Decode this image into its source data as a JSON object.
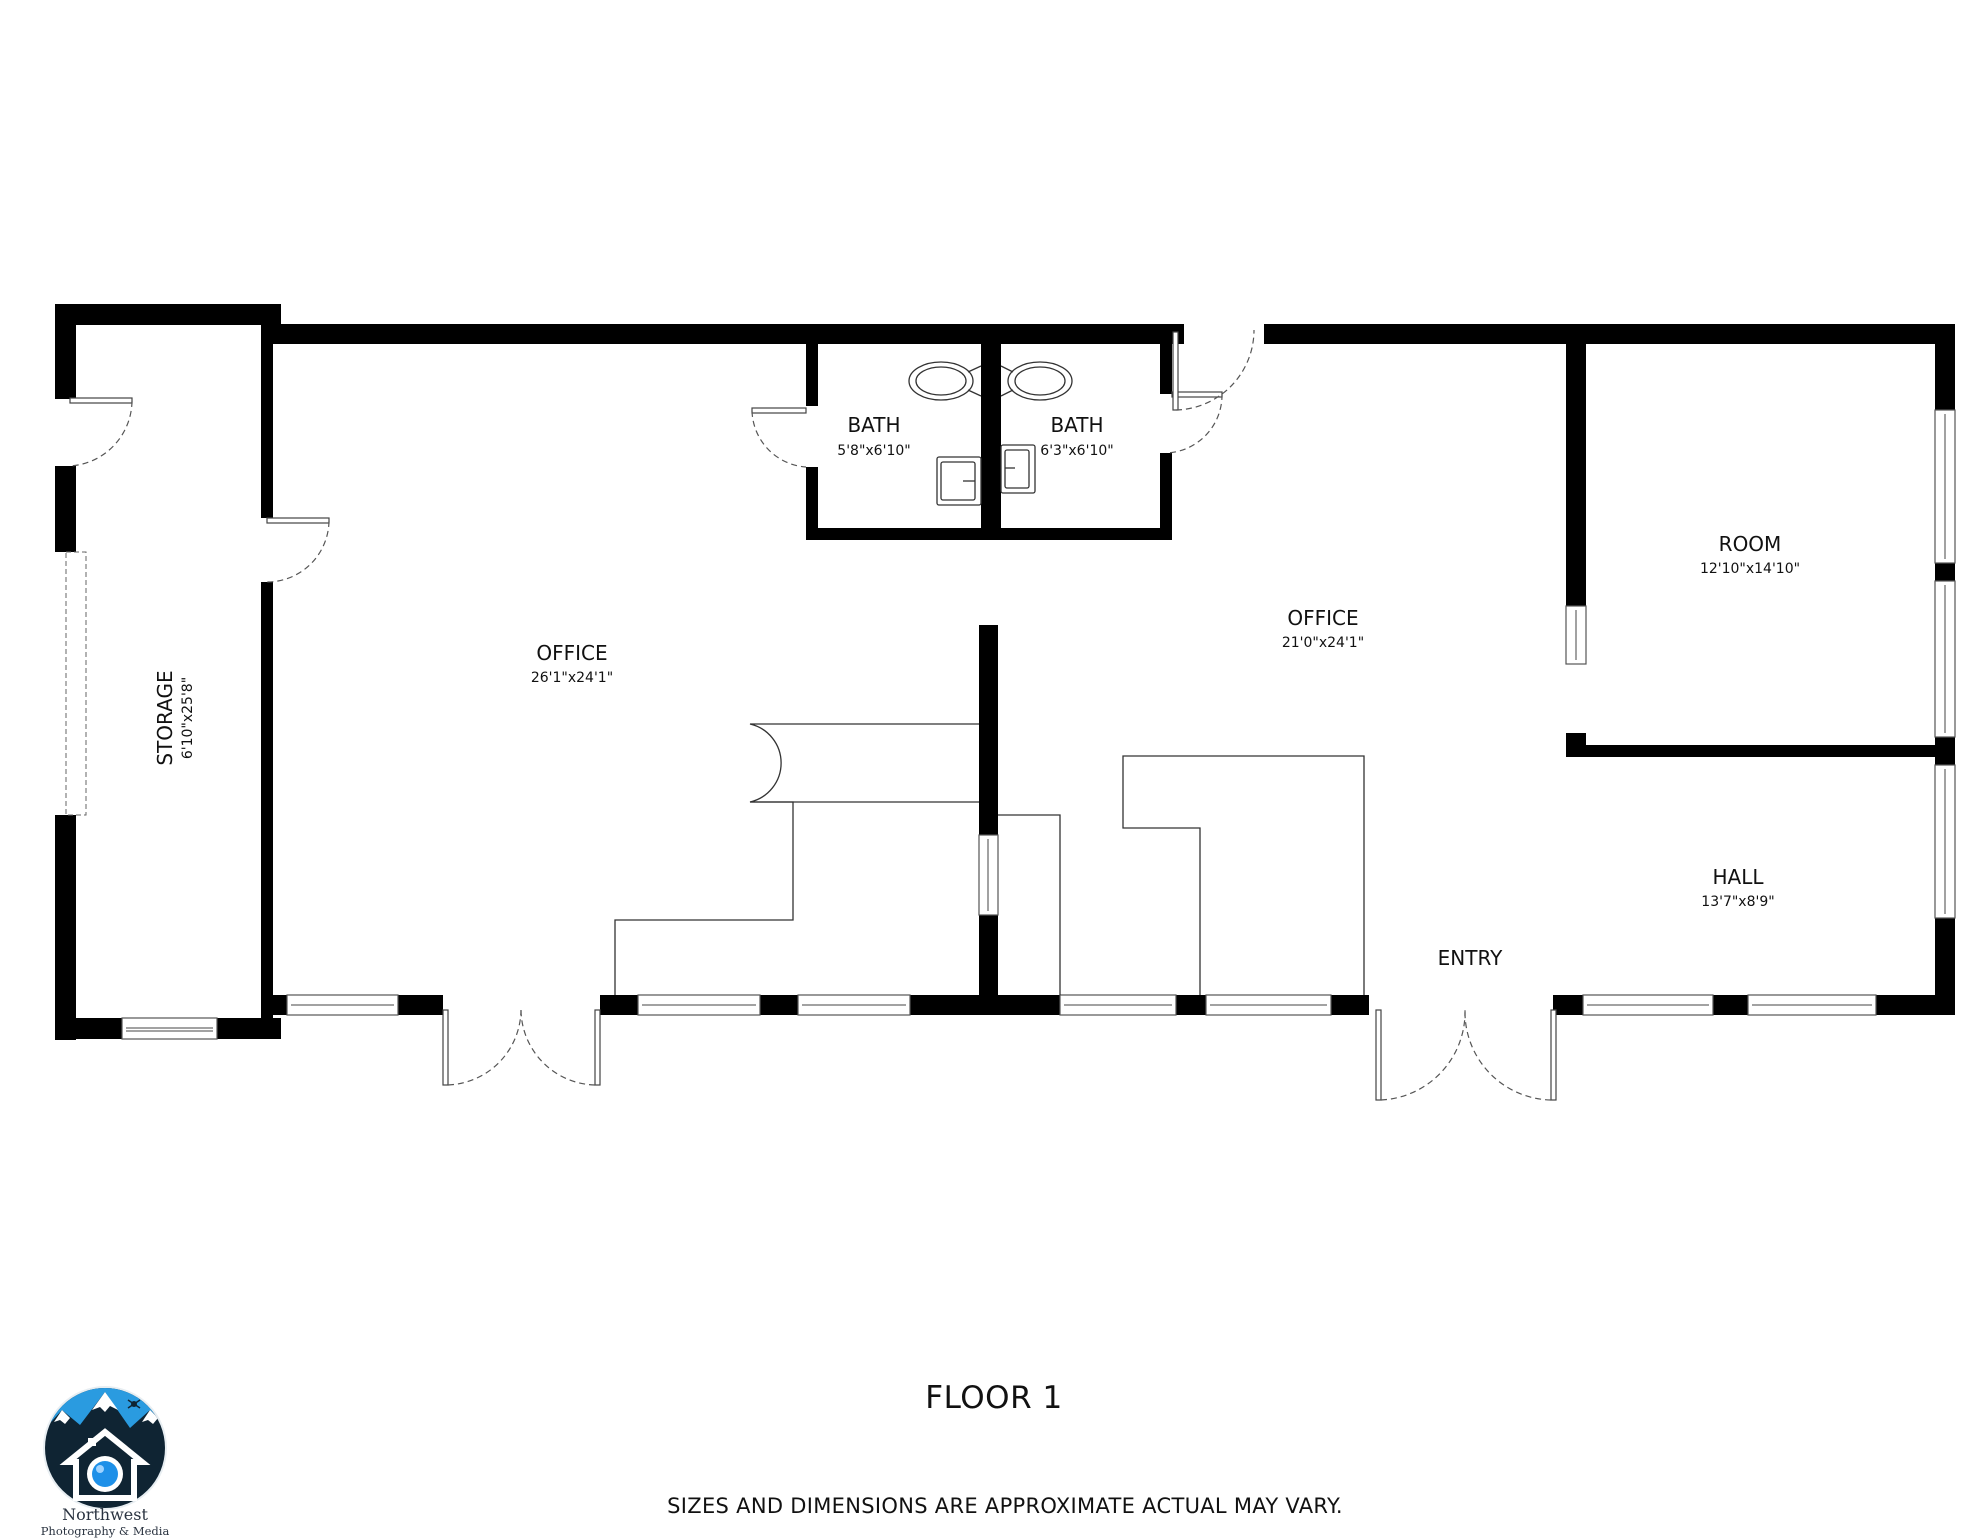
{
  "floor": {
    "title": "FLOOR 1",
    "disclaimer": "SIZES AND DIMENSIONS ARE APPROXIMATE ACTUAL MAY VARY."
  },
  "rooms": [
    {
      "id": "storage",
      "name": "STORAGE",
      "dimensions": "6'10\"x25'8\"",
      "orientation": "vertical"
    },
    {
      "id": "office-left",
      "name": "OFFICE",
      "dimensions": "26'1\"x24'1\""
    },
    {
      "id": "bath-left",
      "name": "BATH",
      "dimensions": "5'8\"x6'10\""
    },
    {
      "id": "bath-right",
      "name": "BATH",
      "dimensions": "6'3\"x6'10\""
    },
    {
      "id": "office-right",
      "name": "OFFICE",
      "dimensions": "21'0\"x24'1\""
    },
    {
      "id": "room",
      "name": "ROOM",
      "dimensions": "12'10\"x14'10\""
    },
    {
      "id": "hall",
      "name": "HALL",
      "dimensions": "13'7\"x8'9\""
    },
    {
      "id": "entry",
      "name": "ENTRY",
      "dimensions": ""
    }
  ],
  "logo": {
    "line1": "Northwest",
    "line2": "Photography & Media",
    "colors": {
      "sky": "#2a9be0",
      "dark": "#0f2433",
      "white": "#ffffff",
      "lens": "#1e90e8"
    }
  },
  "colors": {
    "wall": "#000000",
    "background": "#ffffff",
    "fixture": "#333333"
  }
}
